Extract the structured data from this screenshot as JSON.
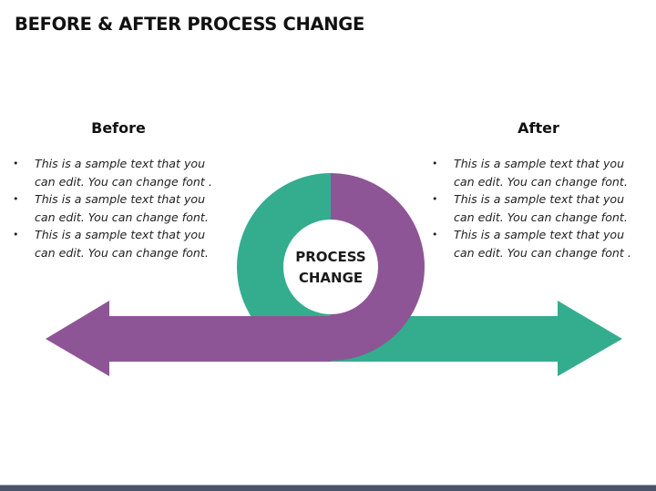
{
  "slide": {
    "title": "BEFORE & AFTER PROCESS CHANGE",
    "center_label": {
      "line1": "PROCESS",
      "line2": "CHANGE"
    }
  },
  "before": {
    "heading": "Before",
    "bullets": [
      "This is a sample text that you can edit. You can change font .",
      "This is a sample text that you can edit. You can change font.",
      "This is a sample text that you can edit. You can change font."
    ]
  },
  "after": {
    "heading": "After",
    "bullets": [
      "This is a sample text that you can edit. You can change font.",
      "This is a sample text that you can edit. You can change font.",
      "This is a sample text that you can edit. You can change font ."
    ]
  },
  "bullet_glyph": "•",
  "colors": {
    "purple": "#8e5596",
    "green": "#34ad8f",
    "bottom_bar": "#4a5468"
  }
}
